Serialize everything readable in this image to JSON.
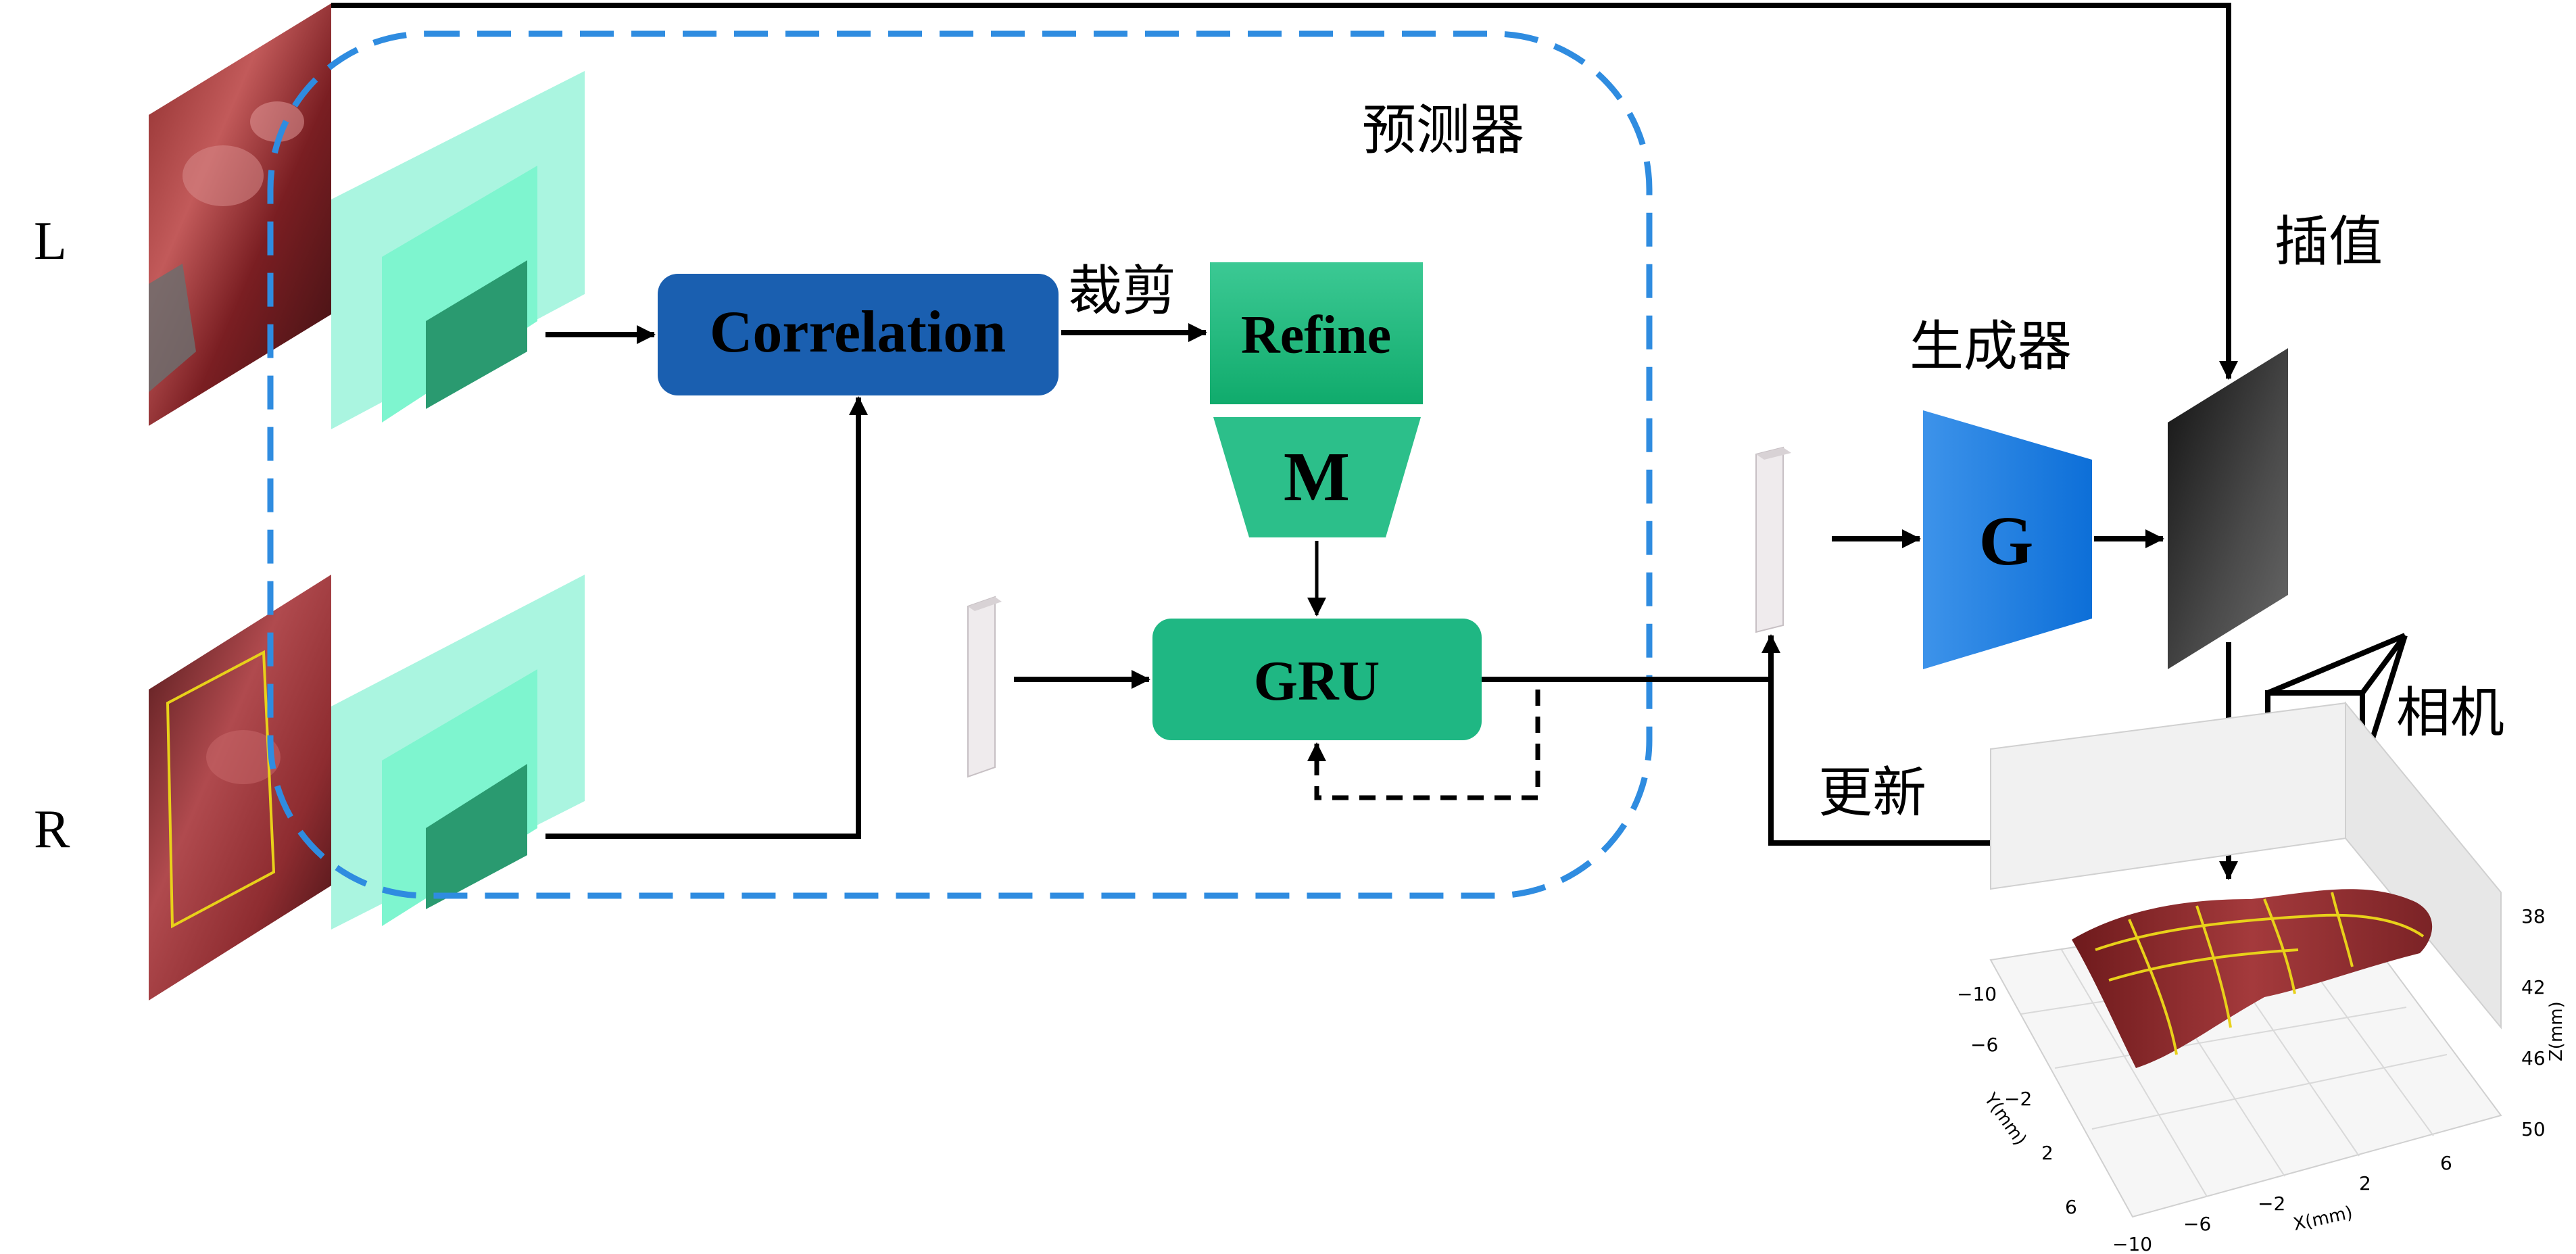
{
  "inputs": {
    "left_label": "L",
    "right_label": "R"
  },
  "predictor": {
    "title": "预测器"
  },
  "blocks": {
    "correlation": "Correlation",
    "refine": "Refine",
    "m": "M",
    "gru": "GRU",
    "generator_block": "G"
  },
  "edge_labels": {
    "crop": "裁剪",
    "update": "更新",
    "interpolation": "插值",
    "generator": "生成器",
    "camera": "相机"
  },
  "plot3d": {
    "x_label": "X(mm)",
    "y_label": "Y(mm)",
    "z_label": "Z(mm)",
    "x_ticks": [
      "−10",
      "−6",
      "−2",
      "2",
      "6"
    ],
    "y_ticks": [
      "−10",
      "−6",
      "−2",
      "2",
      "6"
    ],
    "z_ticks": [
      "38",
      "42",
      "46",
      "50"
    ]
  },
  "colors": {
    "correlation": "#1a5fb0",
    "refine": "#16b67a",
    "m_block": "#2cbf8a",
    "gru": "#1fb783",
    "generator": "#1a78d6",
    "feature_light": "#aaf5e0",
    "feature_mid": "#7ef5cf",
    "feature_dark": "#2a9a70",
    "predictor_border": "#2f8ce0",
    "crop_outline": "#e8d11a"
  }
}
